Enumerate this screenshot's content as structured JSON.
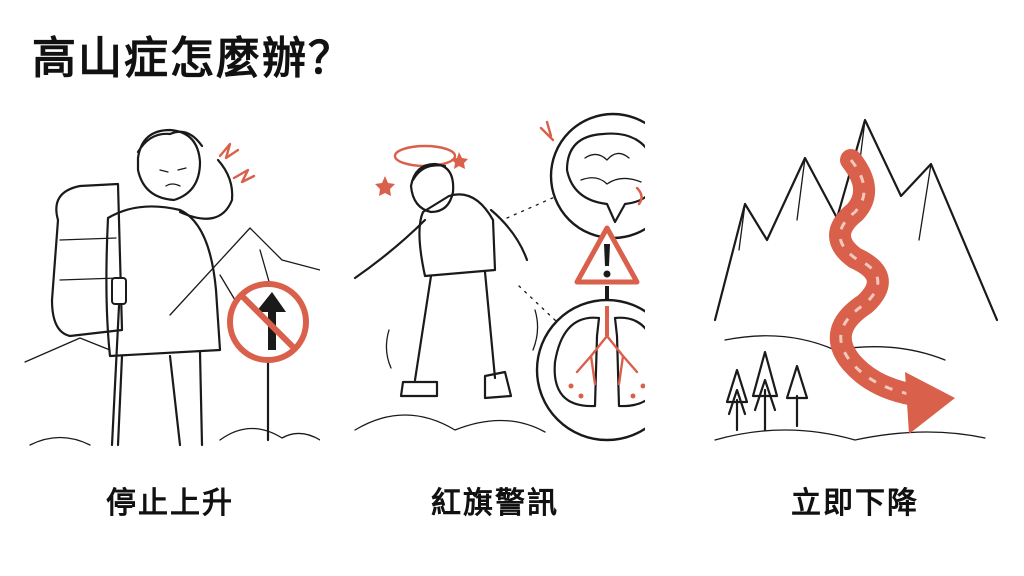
{
  "title": "高山症怎麼辦？",
  "accent_color": "#d9604a",
  "panels": [
    {
      "caption": "停止上升",
      "icon": "stop-ascending-sign-icon"
    },
    {
      "caption": "紅旗警訊",
      "icon": "warning-brain-lungs-icon"
    },
    {
      "caption": "立即下降",
      "icon": "descend-arrow-mountain-icon"
    }
  ]
}
